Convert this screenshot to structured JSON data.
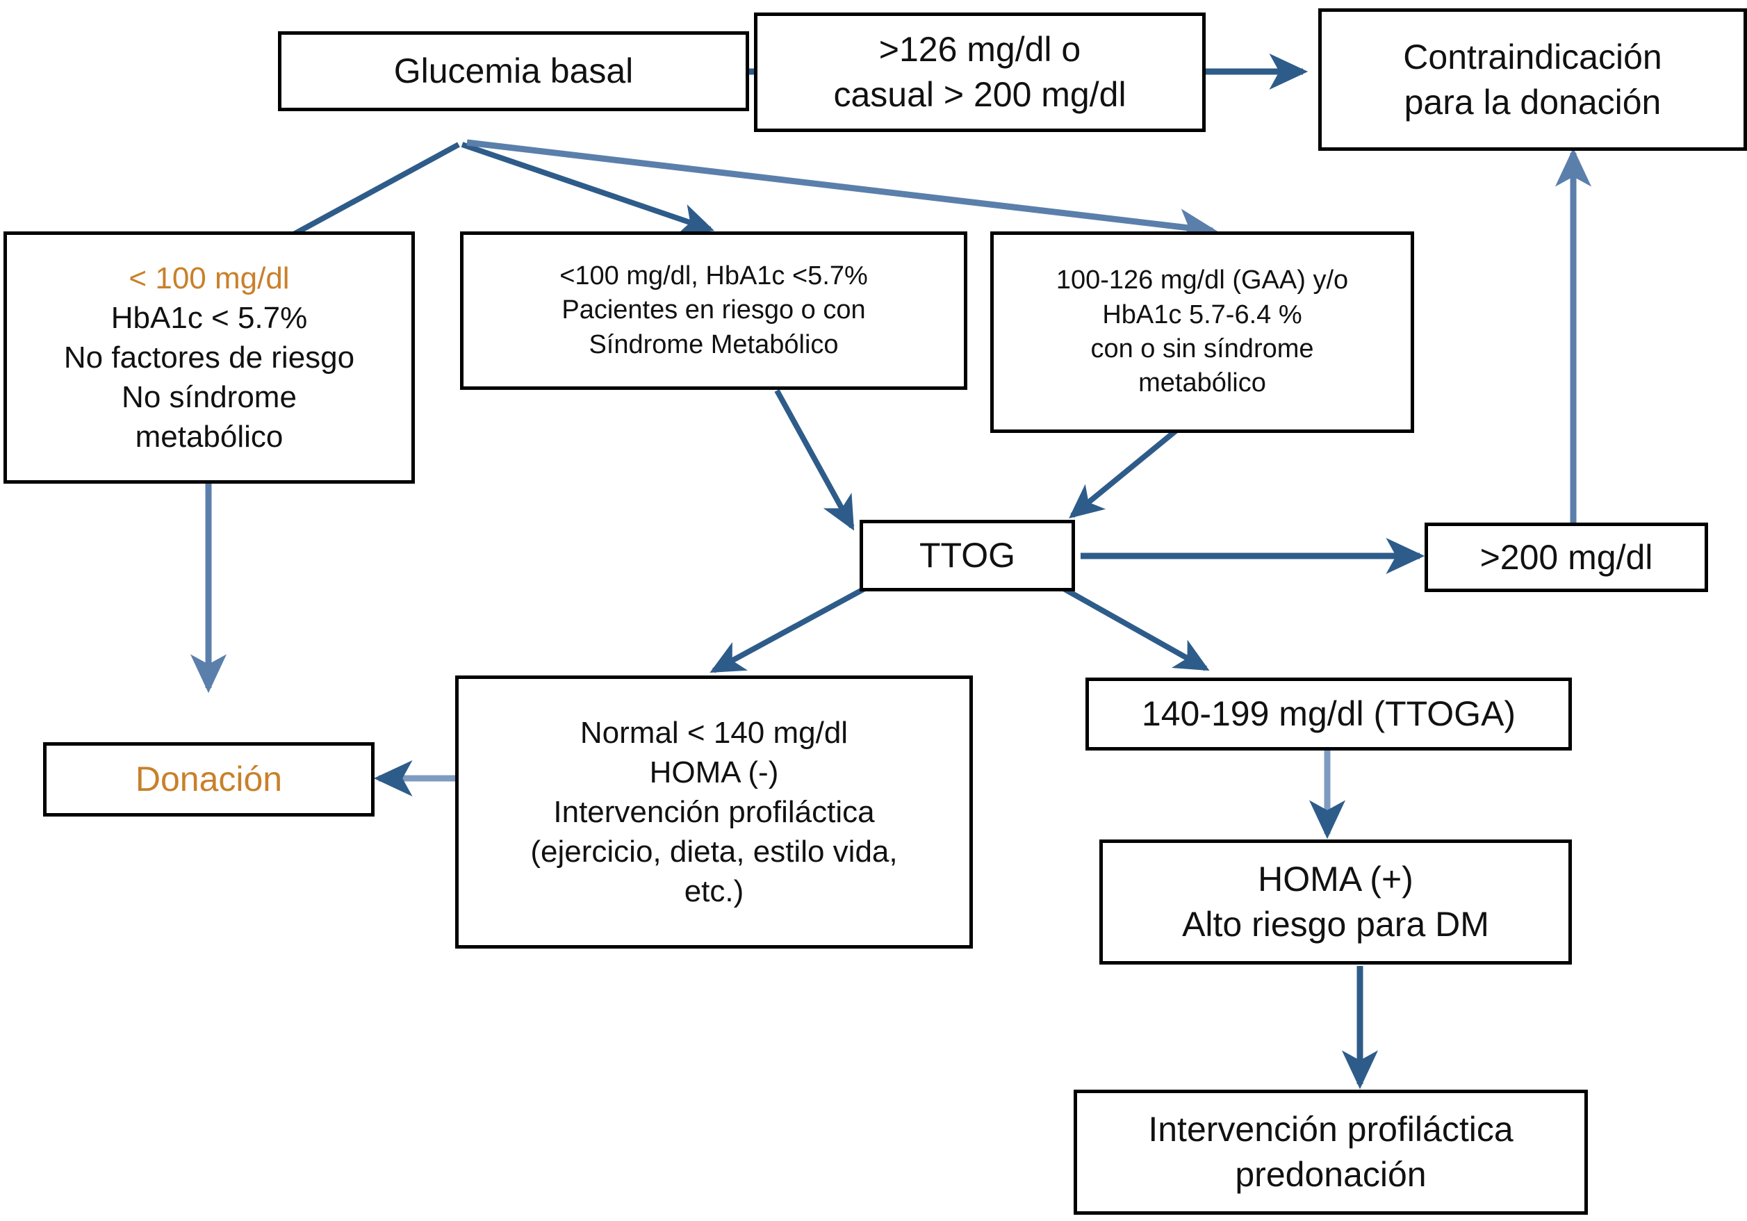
{
  "diagram": {
    "title": "Algoritmo de evaluacion de glucemia para donacion",
    "accent_color": "#2e5c8a",
    "arrow_color": "#2e5c8a",
    "arrow_color_light": "#7e9cc0",
    "border_color": "#000000",
    "text_color": "#111111",
    "highlight_color": "#c9802a"
  },
  "nodes": {
    "glucemia_basal": {
      "lines": [
        "Glucemia basal"
      ]
    },
    "hiperglucemia": {
      "lines": [
        ">126 mg/dl o",
        "casual > 200 mg/dl"
      ]
    },
    "contraindicacion": {
      "lines": [
        "Contraindicación",
        "para la donación"
      ]
    },
    "normoglucemia_sin_riesgo": {
      "lines": [
        "< 100 mg/dl",
        "HbA1c < 5.7%",
        "No factores de riesgo",
        "No síndrome",
        "metabólico"
      ],
      "highlight_first_line": true
    },
    "normoglucemia_con_riesgo": {
      "lines": [
        "<100 mg/dl, HbA1c <5.7%",
        "Pacientes en riesgo o con",
        "Síndrome Metabólico"
      ]
    },
    "gaa": {
      "lines": [
        "100-126 mg/dl (GAA) y/o",
        "HbA1c 5.7-6.4 %",
        "con o sin síndrome",
        "metabólico"
      ]
    },
    "ttog": {
      "lines": [
        "TTOG"
      ]
    },
    "mayor_200": {
      "lines": [
        ">200 mg/dl"
      ]
    },
    "normal_140": {
      "lines": [
        "Normal  < 140 mg/dl",
        "HOMA (-)",
        "Intervención profiláctica",
        "(ejercicio,  dieta, estilo vida,",
        "etc.)"
      ]
    },
    "ttoga": {
      "lines": [
        "140-199 mg/dl (TTOGA)"
      ]
    },
    "homa_positivo": {
      "lines": [
        "HOMA (+)",
        "Alto riesgo para DM"
      ]
    },
    "donacion": {
      "lines": [
        "Donación"
      ]
    },
    "intervencion_predonacion": {
      "lines": [
        "Intervención profiláctica",
        "predonación"
      ]
    }
  },
  "edges": [
    {
      "name": "glucemia-to-hiperglucemia",
      "from": "glucemia_basal",
      "to": "hiperglucemia"
    },
    {
      "name": "hiperglucemia-to-contraindicacion",
      "from": "hiperglucemia",
      "to": "contraindicacion"
    },
    {
      "name": "glucemia-to-normo-sin-riesgo",
      "from": "glucemia_basal",
      "to": "normoglucemia_sin_riesgo"
    },
    {
      "name": "glucemia-to-normo-con-riesgo",
      "from": "glucemia_basal",
      "to": "normoglucemia_con_riesgo"
    },
    {
      "name": "glucemia-to-gaa",
      "from": "glucemia_basal",
      "to": "gaa"
    },
    {
      "name": "normo-con-riesgo-to-ttog",
      "from": "normoglucemia_con_riesgo",
      "to": "ttog"
    },
    {
      "name": "gaa-to-ttog",
      "from": "gaa",
      "to": "ttog"
    },
    {
      "name": "ttog-to-mayor-200",
      "from": "ttog",
      "to": "mayor_200"
    },
    {
      "name": "mayor-200-to-contraindicacion",
      "from": "mayor_200",
      "to": "contraindicacion"
    },
    {
      "name": "ttog-to-normal-140",
      "from": "ttog",
      "to": "normal_140"
    },
    {
      "name": "ttog-to-ttoga",
      "from": "ttog",
      "to": "ttoga"
    },
    {
      "name": "normo-sin-riesgo-to-donacion",
      "from": "normoglucemia_sin_riesgo",
      "to": "donacion"
    },
    {
      "name": "normal-140-to-donacion",
      "from": "normal_140",
      "to": "donacion"
    },
    {
      "name": "ttoga-to-homa-positivo",
      "from": "ttoga",
      "to": "homa_positivo"
    },
    {
      "name": "homa-positivo-to-intervencion",
      "from": "homa_positivo",
      "to": "intervencion_predonacion"
    }
  ]
}
